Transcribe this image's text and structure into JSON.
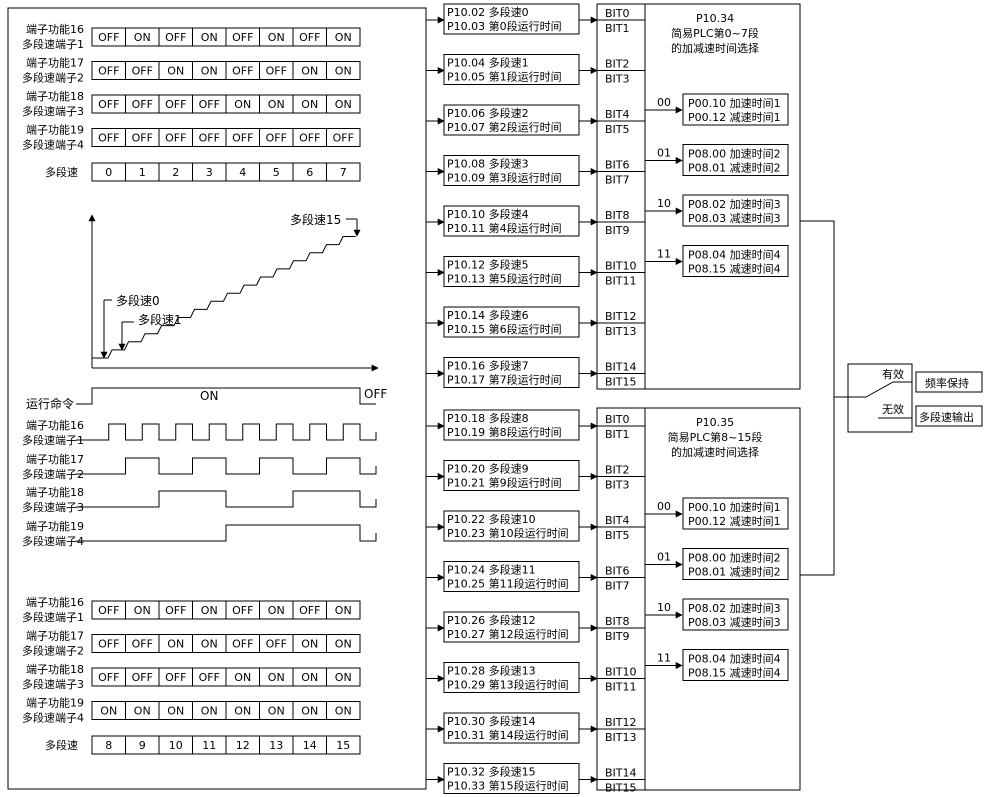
{
  "terminal_labels": [
    {
      "func": "端子功能16",
      "name": "多段速端子1"
    },
    {
      "func": "端子功能17",
      "name": "多段速端子2"
    },
    {
      "func": "端子功能18",
      "name": "多段速端子3"
    },
    {
      "func": "端子功能19",
      "name": "多段速端子4"
    }
  ],
  "truth_table_top": {
    "rows": [
      [
        "OFF",
        "ON",
        "OFF",
        "ON",
        "OFF",
        "ON",
        "OFF",
        "ON"
      ],
      [
        "OFF",
        "OFF",
        "ON",
        "ON",
        "OFF",
        "OFF",
        "ON",
        "ON"
      ],
      [
        "OFF",
        "OFF",
        "OFF",
        "OFF",
        "ON",
        "ON",
        "ON",
        "ON"
      ],
      [
        "OFF",
        "OFF",
        "OFF",
        "OFF",
        "OFF",
        "OFF",
        "OFF",
        "OFF"
      ]
    ],
    "speed_label": "多段速",
    "speeds": [
      "0",
      "1",
      "2",
      "3",
      "4",
      "5",
      "6",
      "7"
    ]
  },
  "truth_table_bottom": {
    "rows": [
      [
        "OFF",
        "ON",
        "OFF",
        "ON",
        "OFF",
        "ON",
        "OFF",
        "ON"
      ],
      [
        "OFF",
        "OFF",
        "ON",
        "ON",
        "OFF",
        "OFF",
        "ON",
        "ON"
      ],
      [
        "OFF",
        "OFF",
        "OFF",
        "OFF",
        "ON",
        "ON",
        "ON",
        "ON"
      ],
      [
        "ON",
        "ON",
        "ON",
        "ON",
        "ON",
        "ON",
        "ON",
        "ON"
      ]
    ],
    "speed_label": "多段速",
    "speeds": [
      "8",
      "9",
      "10",
      "11",
      "12",
      "13",
      "14",
      "15"
    ]
  },
  "ramp": {
    "label_start": "多段速0",
    "label_step1": "多段速1",
    "label_end": "多段速15"
  },
  "timing": {
    "run_cmd_label": "运行命令",
    "on_label": "ON",
    "off_label": "OFF",
    "pulse_halfperiods": [
      1,
      2,
      4,
      8
    ]
  },
  "params": [
    [
      "P10.02 多段速0",
      "P10.03 第0段运行时间"
    ],
    [
      "P10.04 多段速1",
      "P10.05 第1段运行时间"
    ],
    [
      "P10.06 多段速2",
      "P10.07 第2段运行时间"
    ],
    [
      "P10.08 多段速3",
      "P10.09 第3段运行时间"
    ],
    [
      "P10.10 多段速4",
      "P10.11 第4段运行时间"
    ],
    [
      "P10.12 多段速5",
      "P10.13 第5段运行时间"
    ],
    [
      "P10.14 多段速6",
      "P10.15 第6段运行时间"
    ],
    [
      "P10.16 多段速7",
      "P10.17 第7段运行时间"
    ],
    [
      "P10.18 多段速8",
      "P10.19 第8段运行时间"
    ],
    [
      "P10.20 多段速9",
      "P10.21 第9段运行时间"
    ],
    [
      "P10.22 多段速10",
      "P10.23 第10段运行时间"
    ],
    [
      "P10.24 多段速11",
      "P10.25 第11段运行时间"
    ],
    [
      "P10.26 多段速12",
      "P10.27 第12段运行时间"
    ],
    [
      "P10.28 多段速13",
      "P10.29 第13段运行时间"
    ],
    [
      "P10.30 多段速14",
      "P10.31 第14段运行时间"
    ],
    [
      "P10.32 多段速15",
      "P10.33 第15段运行时间"
    ]
  ],
  "bits": [
    "BIT0",
    "BIT1",
    "BIT2",
    "BIT3",
    "BIT4",
    "BIT5",
    "BIT6",
    "BIT7",
    "BIT8",
    "BIT9",
    "BIT10",
    "BIT11",
    "BIT12",
    "BIT13",
    "BIT14",
    "BIT15"
  ],
  "groups": [
    {
      "code": "P10.34",
      "line1": "简易PLC第0~7段",
      "line2": "的加减速时间选择"
    },
    {
      "code": "P10.35",
      "line1": "简易PLC第8~15段",
      "line2": "的加减速时间选择"
    }
  ],
  "accel_options": [
    {
      "sel": "00",
      "a": "P00.10 加速时间1",
      "d": "P00.12 减速时间1"
    },
    {
      "sel": "01",
      "a": "P08.00 加速时间2",
      "d": "P08.01 减速时间2"
    },
    {
      "sel": "10",
      "a": "P08.02 加速时间3",
      "d": "P08.03 减速时间3"
    },
    {
      "sel": "11",
      "a": "P08.04 加速时间4",
      "d": "P08.15 减速时间4"
    }
  ],
  "output": {
    "valid_label": "有效",
    "invalid_label": "无效",
    "valid_result": "频率保持",
    "invalid_result": "多段速输出"
  }
}
